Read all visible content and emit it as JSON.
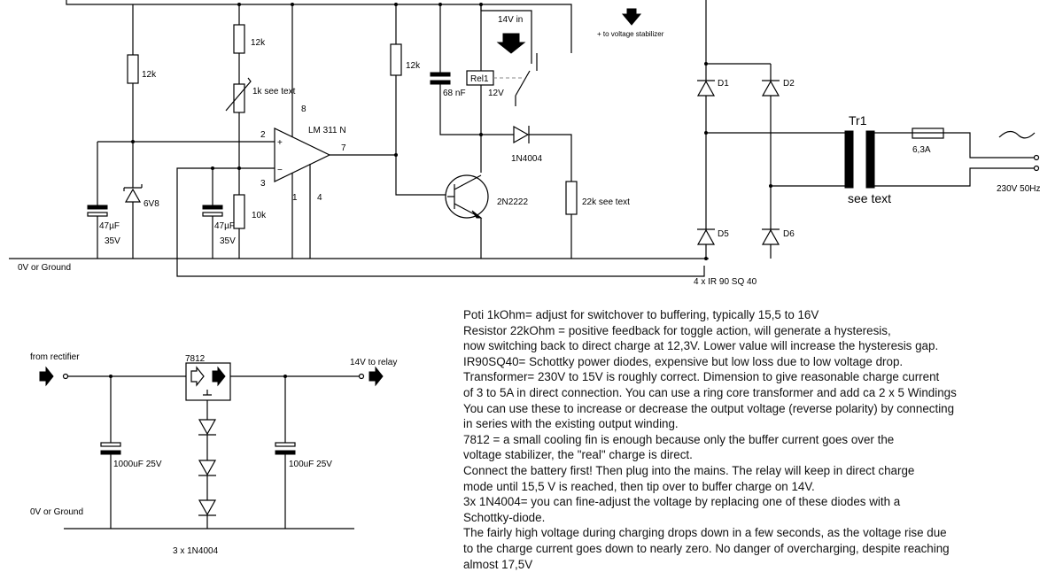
{
  "schematic": {
    "labels": {
      "r12k_left": "12k",
      "r12k_mid": "12k",
      "pot": "1k see text",
      "r10k": "10k",
      "cap_left_value": "47µF",
      "cap_left_voltage": "35V",
      "cap_mid_value": "47µF",
      "cap_mid_voltage": "35V",
      "zener": "6V8",
      "ic_name": "LM 311 N",
      "pin2": "2",
      "pin3": "3",
      "pin7": "7",
      "pin8": "8",
      "pin1": "1",
      "pin4": "4",
      "plus": "+",
      "minus": "−",
      "r12k_right": "12k",
      "cap_68nf": "68 nF",
      "relay": "Rel1",
      "relay_v": "12V",
      "in14v": "14V in",
      "to_stab": "+ to voltage stabilizer",
      "diode_1n4004": "1N4004",
      "transistor": "2N2222",
      "r22k": "22k see text",
      "ground": "0V or Ground",
      "d1": "D1",
      "d2": "D2",
      "d5": "D5",
      "d6": "D6",
      "bridge": "4 x  IR 90 SQ 40",
      "tr1": "Tr1",
      "see_text": "see text",
      "fuse": "6,3A",
      "mains": "230V 50Hz",
      "from_rectifier": "from rectifier",
      "to_relay": "14V to relay",
      "reg": "7812",
      "c1000": "1000uF 25V",
      "c100": "100uF 25V",
      "ground2": "0V or Ground",
      "diodes3": "3 x 1N4004"
    }
  },
  "notes": [
    "Poti 1kOhm= adjust for switchover to buffering, typically 15,5 to 16V",
    "Resistor 22kOhm = positive feedback for toggle action, will generate a hysteresis,",
    "now switching back to direct charge at 12,3V. Lower value will increase the hysteresis gap.",
    "IR90SQ40= Schottky power diodes, expensive but low loss due to low voltage drop.",
    "Transformer= 230V to 15V is roughly correct. Dimension to give reasonable charge current",
    "of 3 to 5A in direct connection. You can use a ring core transformer and add ca 2 x 5 Windings",
    "You can use these to increase or decrease the output voltage (reverse polarity) by connecting",
    "in series with the existing output winding.",
    "7812 = a small cooling fin is enough because only the buffer current goes over the",
    "voltage stabilizer, the \"real\" charge is direct.",
    "Connect the battery first! Then plug into the mains. The relay will keep in direct charge",
    "mode until 15,5 V is reached, then tip over to buffer charge on 14V.",
    "3x 1N4004= you can fine-adjust the voltage by replacing one of these diodes with a",
    "Schottky-diode.",
    "The fairly high voltage during charging drops down in a few seconds, as the voltage rise due",
    "to the charge current goes down to nearly zero. No danger of overcharging, despite reaching",
    "almost 17,5V"
  ]
}
